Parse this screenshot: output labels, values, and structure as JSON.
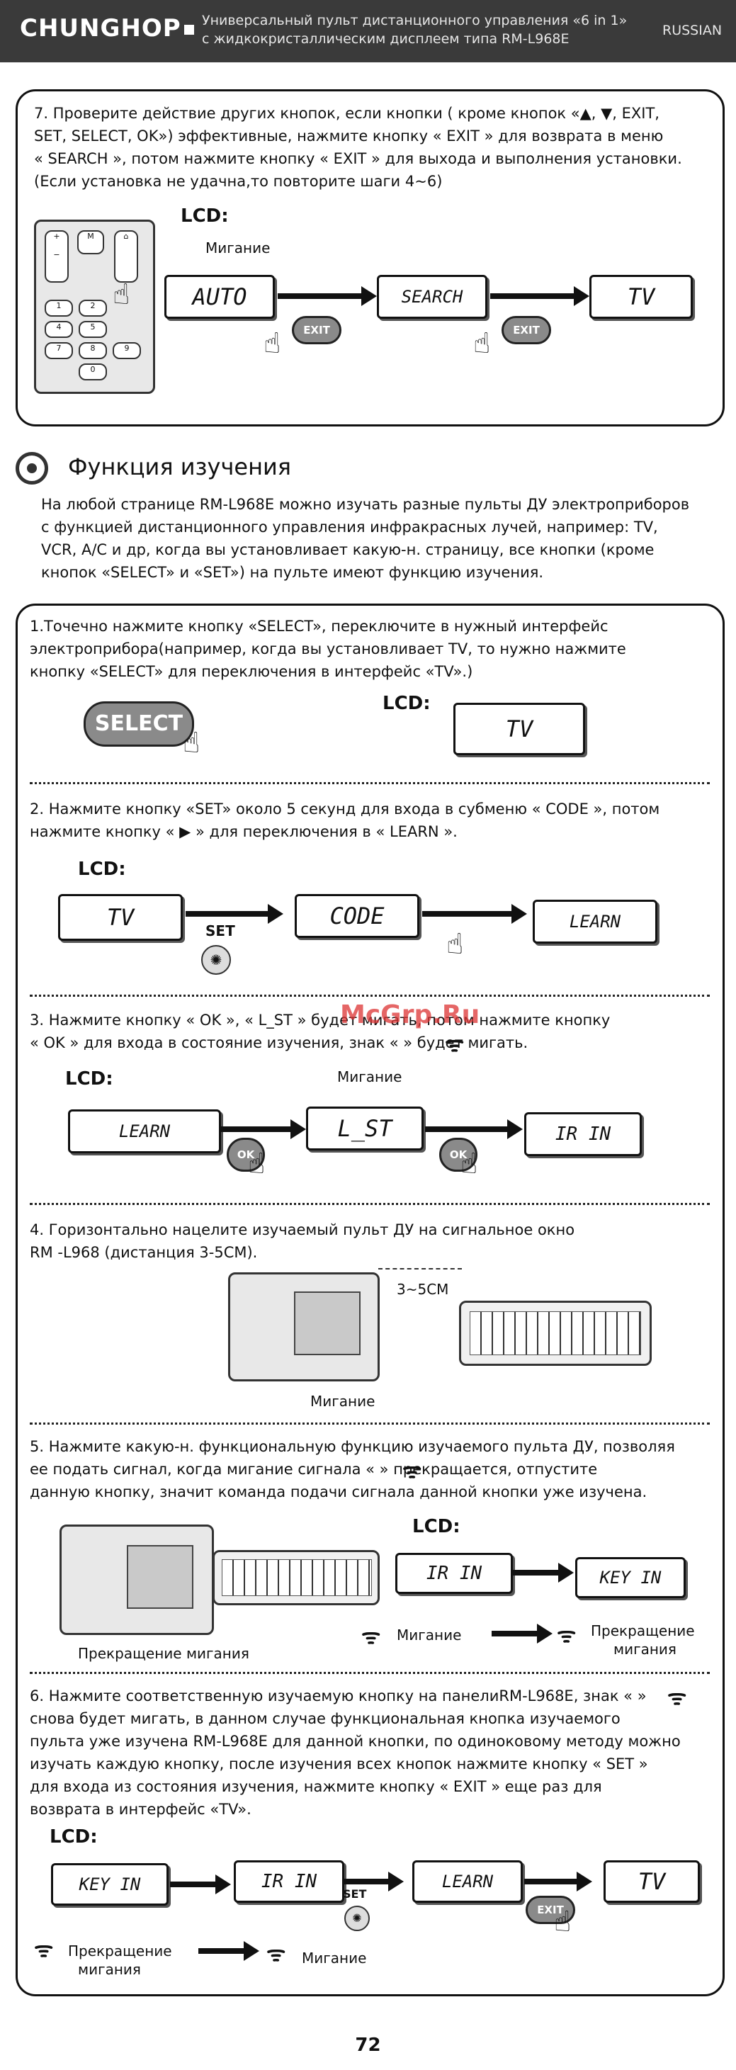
{
  "header": {
    "logo": "CHUNGHOP",
    "title_line1": "Универсальный пульт дистанционного управления «6 in 1»",
    "title_line2": "с жидкокристаллическим дисплеем типа RM-L968E",
    "lang": "RUSSIAN"
  },
  "step7": {
    "line1": "7. Проверите действие других кнопок, если кнопки ( кроме кнопок «▲, ▼, EXIT,",
    "line2": "SET, SELECT, OK») эффективные, нажмите кнопку «  EXIT » для возврата в меню",
    "line3": "« SEARCH », потом нажмите кнопку «  EXIT  » для выхода и выполнения установки.",
    "line4": "(Если установка не удачна,то повторите шаги 4~6)",
    "lcd_label": "LCD:",
    "blink_label": "Мигание",
    "lcd1": "AUTO",
    "lcd2": "SEARCH",
    "lcd3": "TV",
    "exit": "EXIT"
  },
  "learn": {
    "title": "Функция изучения",
    "intro1": "На любой странице RM-L968E можно изучать разные пульты ДУ электроприборов",
    "intro2": "с функцией дистанционного управления инфракрасных лучей, например: TV,",
    "intro3": "VCR, A/C и др, когда вы установливает какую-н. страницу, все кнопки (кроме",
    "intro4": "кнопок «SELECT» и «SET») на пульте имеют функцию изучения."
  },
  "s1": {
    "line1": "1.Точечно нажмите кнопку «SELECT», переключите в нужный интерфейс",
    "line2": "электроприбора(например, когда вы установливает TV, то нужно нажмите",
    "line3": "кнопку «SELECT» для переключения в интерфейс «TV».)",
    "select": "SELECT",
    "lcd_label": "LCD:",
    "lcd": "TV"
  },
  "s2": {
    "line1": "2. Нажмите кнопку «SET» около 5 секунд для входа в субменю « CODE  », потом",
    "line2": "нажмите кнопку «  ▶  » для переключения в «  LEARN   ».",
    "lcd_label": "LCD:",
    "lcd1": "TV",
    "lcd2": "CODE",
    "lcd3": "LEARN",
    "set": "SET"
  },
  "s3": {
    "line1": "3. Нажмите кнопку « OK », «  L_ST  » будет мигать, потом нажмите кнопку",
    "line2": "« OK » для входа в состояние изучения, знак «     » будет мигать.",
    "watermark": "McGrp.Ru",
    "lcd_label": "LCD:",
    "blink_label": "Мигание",
    "lcd1": "LEARN",
    "lcd2": "L_ST",
    "lcd3": "IR IN",
    "ok": "OK"
  },
  "s4": {
    "line1": "4. Горизонтально нацелите изучаемый пульт ДУ на сигнальное окно",
    "line2": "RM -L968 (дистанция 3-5CM).",
    "distance": "3~5CM",
    "blink_label": "Мигание"
  },
  "s5": {
    "line1": "5. Нажмите какую-н. функциональную функцию изучаемого пульта ДУ, позволяя",
    "line2": "ее подать сигнал, когда мигание сигнала «   » прекращается, отпустите",
    "line3": "данную кнопку, значит команда подачи сигнала данной кнопки уже изучена.",
    "lcd_label": "LCD:",
    "lcd1": "IR IN",
    "lcd2": "KEY IN",
    "stop_blink": "Прекращение мигания",
    "blink": "Мигание",
    "stop_line1": "Прекращение",
    "stop_line2": "мигания"
  },
  "s6": {
    "line1": "6. Нажмите соответственную изучаемую кнопку на панелиRM-L968E, знак «   »",
    "line2": "снова будет мигать, в данном случае функциональная кнопка изучаемого",
    "line3": "пульта уже изучена RM-L968E для данной кнопки, по одиноковому методу можно",
    "line4": "изучать каждую кнопку, после изучения всех кнопок нажмите кнопку « SET »",
    "line5": "для входа из состояния изучения, нажмите кнопку «  EXIT  » еще раз для",
    "line6": "возврата в интерфейс «TV».",
    "lcd_label": "LCD:",
    "lcd1": "KEY IN",
    "lcd2": "IR IN",
    "lcd3": "LEARN",
    "lcd4": "TV",
    "set": "SET",
    "exit": "EXIT",
    "stop_line1": "Прекращение",
    "stop_line2": "мигания",
    "blink": "Мигание"
  },
  "page_number": "72"
}
